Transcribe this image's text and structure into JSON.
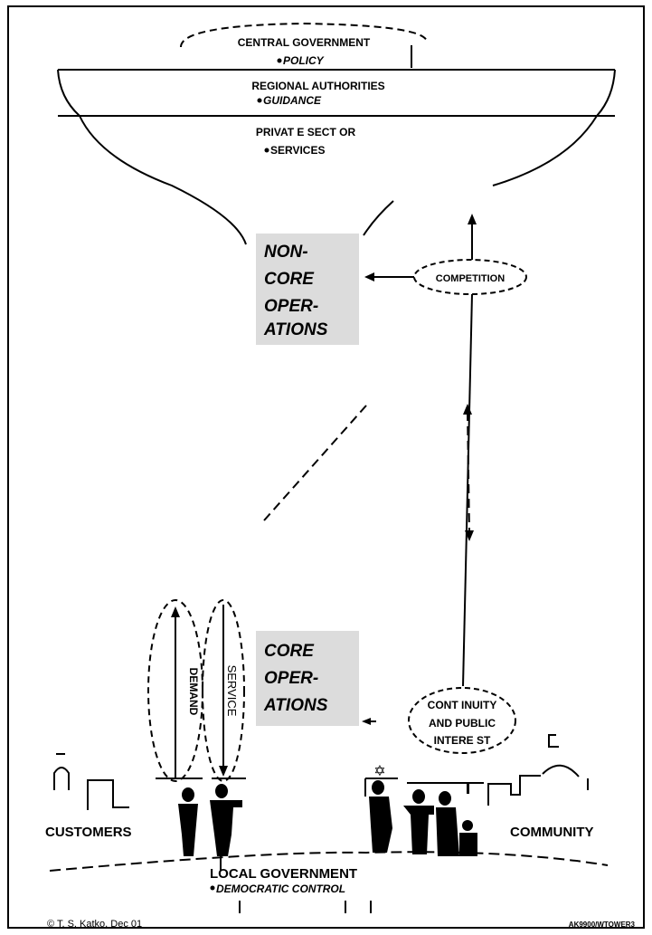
{
  "funnel": {
    "central_title": "CENTRAL GOVERNMENT",
    "central_sub": "POLICY",
    "regional_title": "REGIONAL AUTHORITIES",
    "regional_sub": "GUIDANCE",
    "private_title": "PRIVAT E SECT OR",
    "private_sub": "SERVICES"
  },
  "noncore": {
    "line1": "NON-",
    "line2": "CORE",
    "line3": "OPER-",
    "line4": "ATIONS"
  },
  "competition": "COMPETITION",
  "core": {
    "line1": "CORE",
    "line2": "OPER-",
    "line3": "ATIONS"
  },
  "demand": "DEMAND",
  "service": "SERVICE",
  "continuity": {
    "line1": "CONT INUITY",
    "line2": "AND PUBLIC",
    "line3": "INTERE ST"
  },
  "customers": "CUSTOMERS",
  "community": "COMMUNITY",
  "local": {
    "title": "LOCAL GOVERNMENT",
    "sub": "DEMOCRATIC CONTROL"
  },
  "footer": {
    "copyright": "© T. S. Katko, Dec 01",
    "code": "AK9900/WTOWER3"
  },
  "colors": {
    "line": "#000000",
    "box_fill": "#dcdcdc",
    "background": "#ffffff"
  }
}
